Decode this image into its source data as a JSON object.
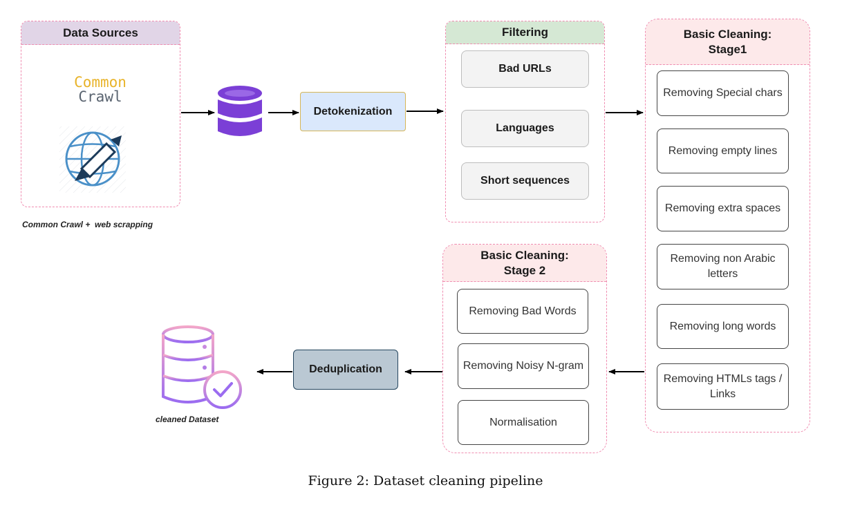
{
  "diagram": {
    "data_sources": {
      "title": "Data Sources",
      "logo_line1": "Common",
      "logo_line2": "Crawl",
      "caption": "Common Crawl +  web scrapping"
    },
    "detokenization": {
      "label": "Detokenization"
    },
    "filtering": {
      "title": "Filtering",
      "items": [
        "Bad URLs",
        "Languages",
        "Short sequences"
      ]
    },
    "stage1": {
      "title_line1": "Basic Cleaning:",
      "title_line2": "Stage1",
      "items": [
        "Removing Special chars",
        "Removing empty lines",
        "Removing extra spaces",
        "Removing non Arabic letters",
        "Removing long words",
        "Removing HTMLs tags / Links"
      ]
    },
    "stage2": {
      "title_line1": "Basic Cleaning:",
      "title_line2": "Stage 2",
      "items": [
        "Removing Bad Words",
        "Removing Noisy N-gram",
        "Normalisation"
      ]
    },
    "deduplication": {
      "label": "Deduplication"
    },
    "cleaned_dataset": {
      "caption": "cleaned Dataset"
    },
    "figure_caption": "Figure 2: Dataset cleaning pipeline"
  },
  "colors": {
    "data_sources_header": "#e1d5e7",
    "filtering_header": "#d5e8d4",
    "stage_header": "#fde9ea",
    "dashed_border": "#f08cb0",
    "detokenization_fill": "#dae8fc",
    "detokenization_border": "#d6b656",
    "deduplication_fill": "#bac8d3",
    "deduplication_border": "#23445d",
    "database_purple": "#7b3fd6",
    "logo_gold": "#e8b329",
    "logo_gray": "#5a6470",
    "cleaned_db_gradient_top": "#f3a6c8",
    "cleaned_db_gradient_bottom": "#9b6cf0"
  },
  "icons": [
    "database-icon",
    "web-scraping-globe-icon",
    "cleaned-dataset-icon",
    "checkmark-icon"
  ]
}
